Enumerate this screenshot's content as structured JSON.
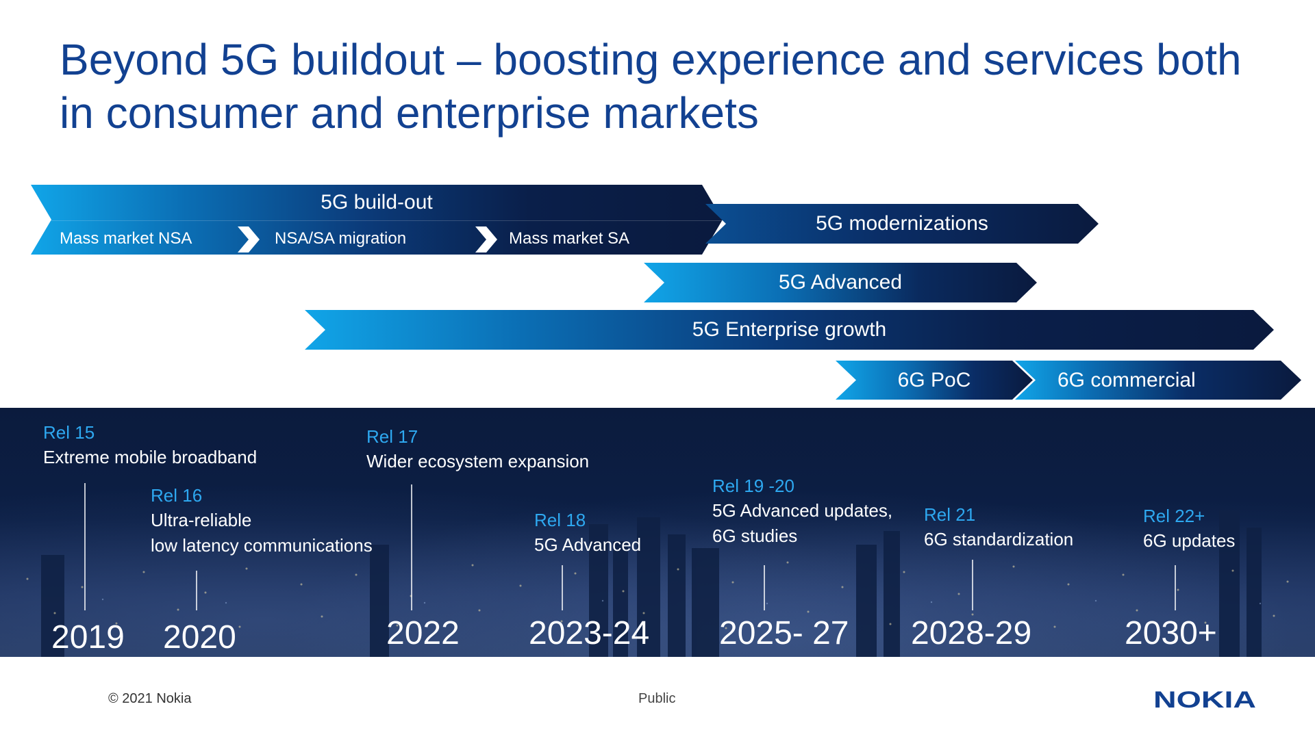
{
  "slide": {
    "title": "Beyond 5G buildout – boosting experience and services both in consumer and enterprise markets"
  },
  "arrows": {
    "buildout": {
      "label": "5G build-out",
      "sub": [
        "Mass market NSA",
        "NSA/SA migration",
        "Mass market SA"
      ]
    },
    "modernizations": "5G modernizations",
    "advanced": "5G Advanced",
    "enterprise": "5G Enterprise growth",
    "poc": "6G PoC",
    "commercial": "6G  commercial"
  },
  "timeline": [
    {
      "rel": "Rel 15",
      "desc": [
        "Extreme mobile broadband"
      ],
      "year": "2019"
    },
    {
      "rel": "Rel 16",
      "desc": [
        "Ultra-reliable",
        "low latency communications"
      ],
      "year": "2020"
    },
    {
      "rel": "Rel 17",
      "desc": [
        "Wider ecosystem expansion"
      ],
      "year": "2022"
    },
    {
      "rel": "Rel 18",
      "desc": [
        "5G Advanced"
      ],
      "year": "2023-24"
    },
    {
      "rel": "Rel 19 -20",
      "desc": [
        "5G Advanced updates,",
        "6G studies"
      ],
      "year": "2025- 27"
    },
    {
      "rel": "Rel 21",
      "desc": [
        "6G standardization"
      ],
      "year": "2028-29"
    },
    {
      "rel": "Rel 22+",
      "desc": [
        "6G updates"
      ],
      "year": "2030+"
    }
  ],
  "footer": {
    "copyright": "© 2021 Nokia",
    "classification": "Public",
    "logo_text": "NOKIA"
  },
  "colors": {
    "title": "#124191",
    "arrow_light": "#11a5e8",
    "arrow_dark": "#0a1a3e",
    "release": "#2ea8f0",
    "logo": "#124191"
  }
}
